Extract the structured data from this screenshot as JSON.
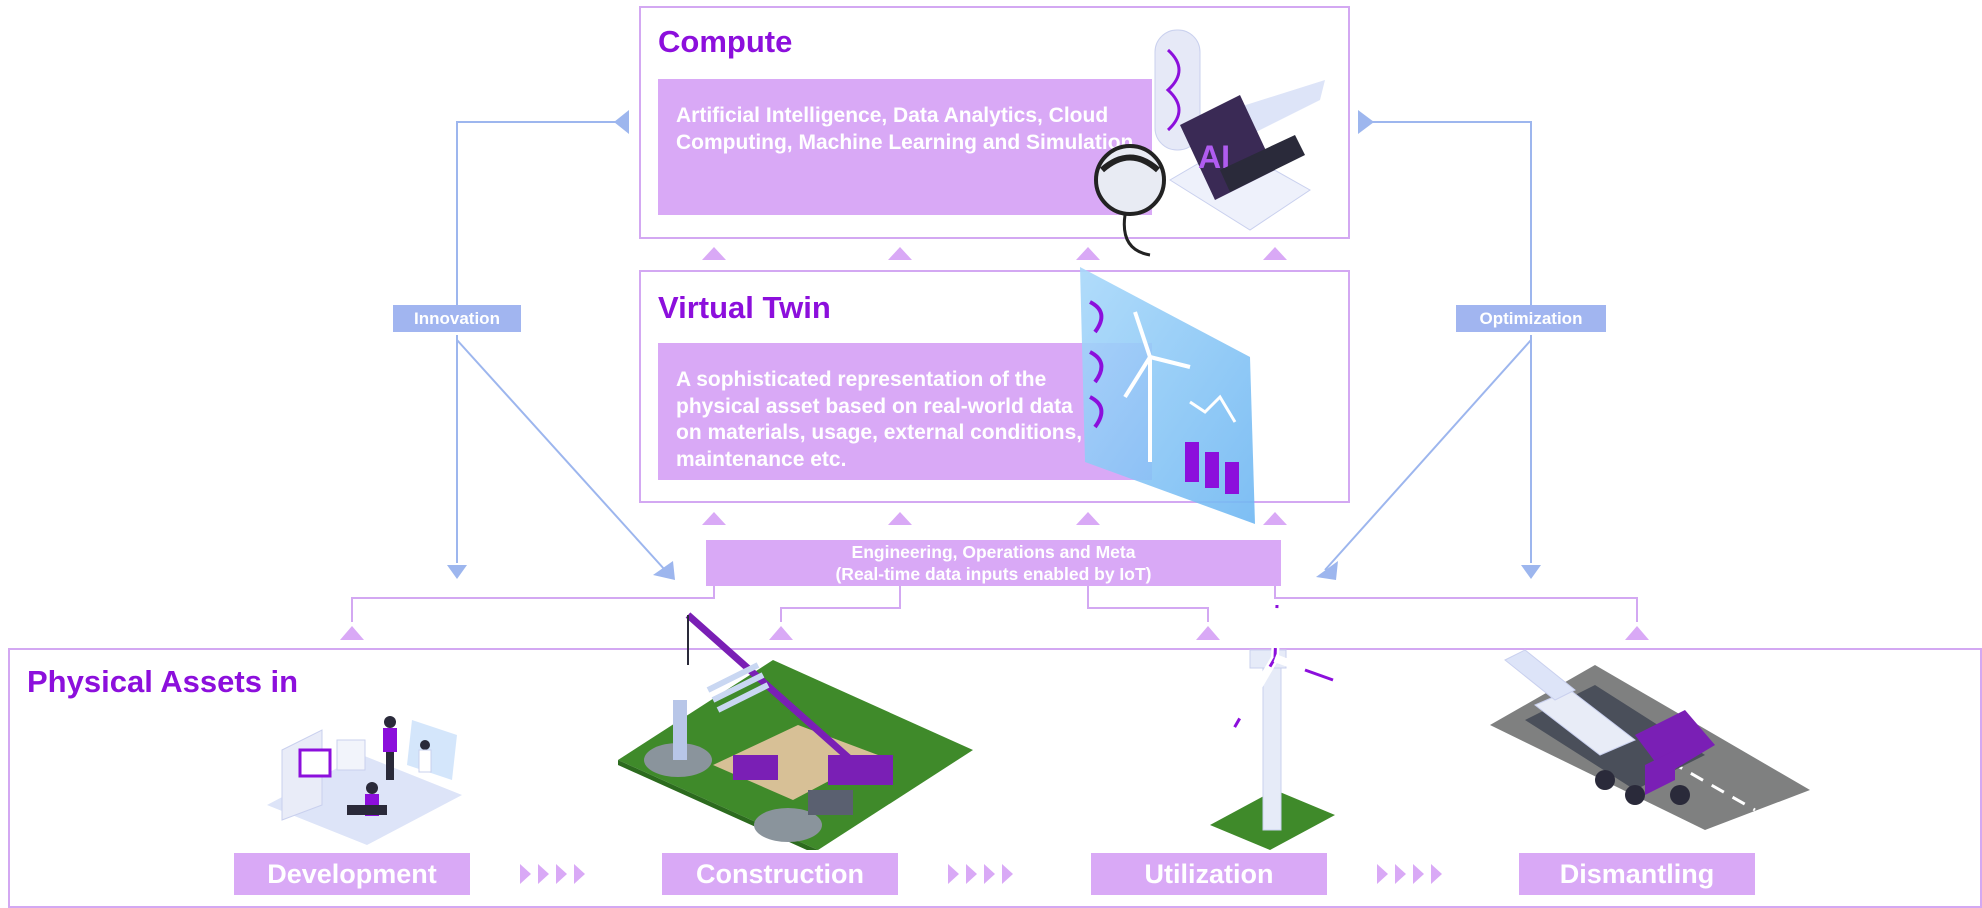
{
  "compute": {
    "title": "Compute",
    "description": "Artificial Intelligence, Data Analytics, Cloud Computing, Machine Learning and Simulation"
  },
  "virtual_twin": {
    "title": "Virtual Twin",
    "description": "A sophisticated representation of the physical asset based on real-world data on materials, usage, external conditions, maintenance etc."
  },
  "labels": {
    "innovation": "Innovation",
    "optimization": "Optimization"
  },
  "meta": {
    "line1": "Engineering, Operations and Meta",
    "line2": "(Real-time data inputs enabled by IoT)"
  },
  "physical": {
    "title": "Physical Assets in",
    "stages": [
      "Development",
      "Construction",
      "Utilization",
      "Dismantling"
    ]
  },
  "colors": {
    "purple_text": "#8c0fdc",
    "lilac": "#d9a9f6",
    "frame": "#d3a8f2",
    "blue": "#a1b5f0",
    "arrow_blue": "#9db6ee"
  },
  "icons": [
    "ai-laptop-icon",
    "wind-turbine-dashboard-icon",
    "development-lab-icon",
    "construction-site-icon",
    "wind-turbine-icon",
    "dismantling-truck-icon"
  ]
}
